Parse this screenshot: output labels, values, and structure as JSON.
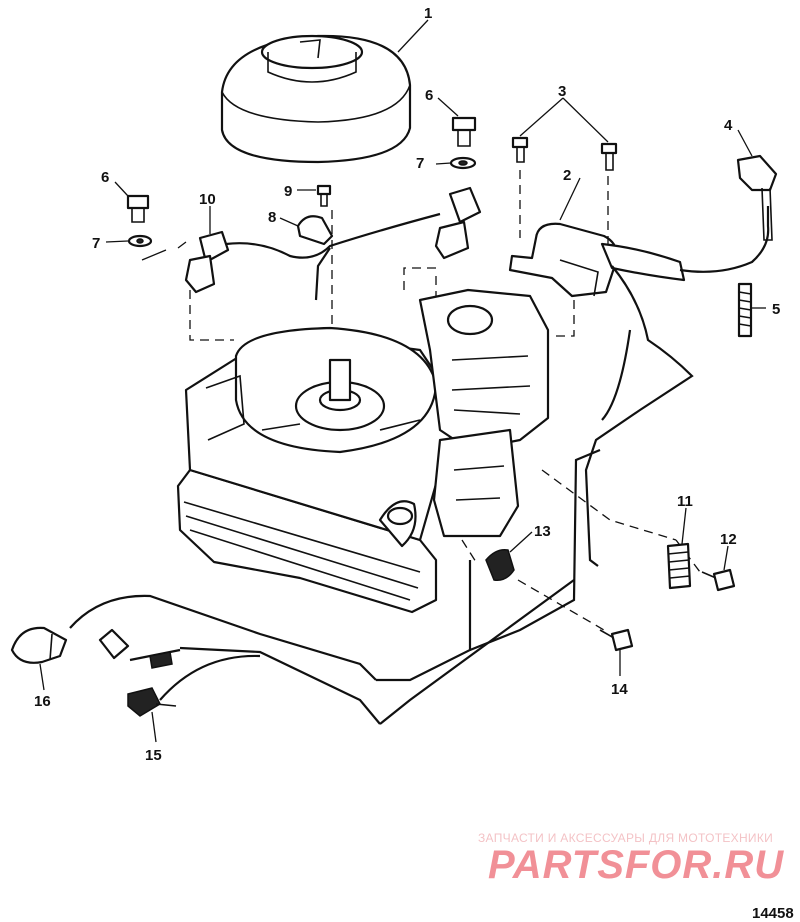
{
  "callouts": {
    "c1": "1",
    "c2": "2",
    "c3": "3",
    "c4": "4",
    "c5": "5",
    "c6a": "6",
    "c6b": "6",
    "c7a": "7",
    "c7b": "7",
    "c8": "8",
    "c9": "9",
    "c10": "10",
    "c11": "11",
    "c12": "12",
    "c13": "13",
    "c14": "14",
    "c15": "15",
    "c16": "16"
  },
  "drawing_id": "14458",
  "watermark": {
    "tagline": "ЗАПЧАСТИ И АКСЕССУАРЫ ДЛЯ МОТОТЕХНИКИ",
    "brand": "PARTSFOR.RU"
  },
  "colors": {
    "ink": "#111111",
    "watermark": "#ef7d86",
    "background": "#ffffff"
  }
}
